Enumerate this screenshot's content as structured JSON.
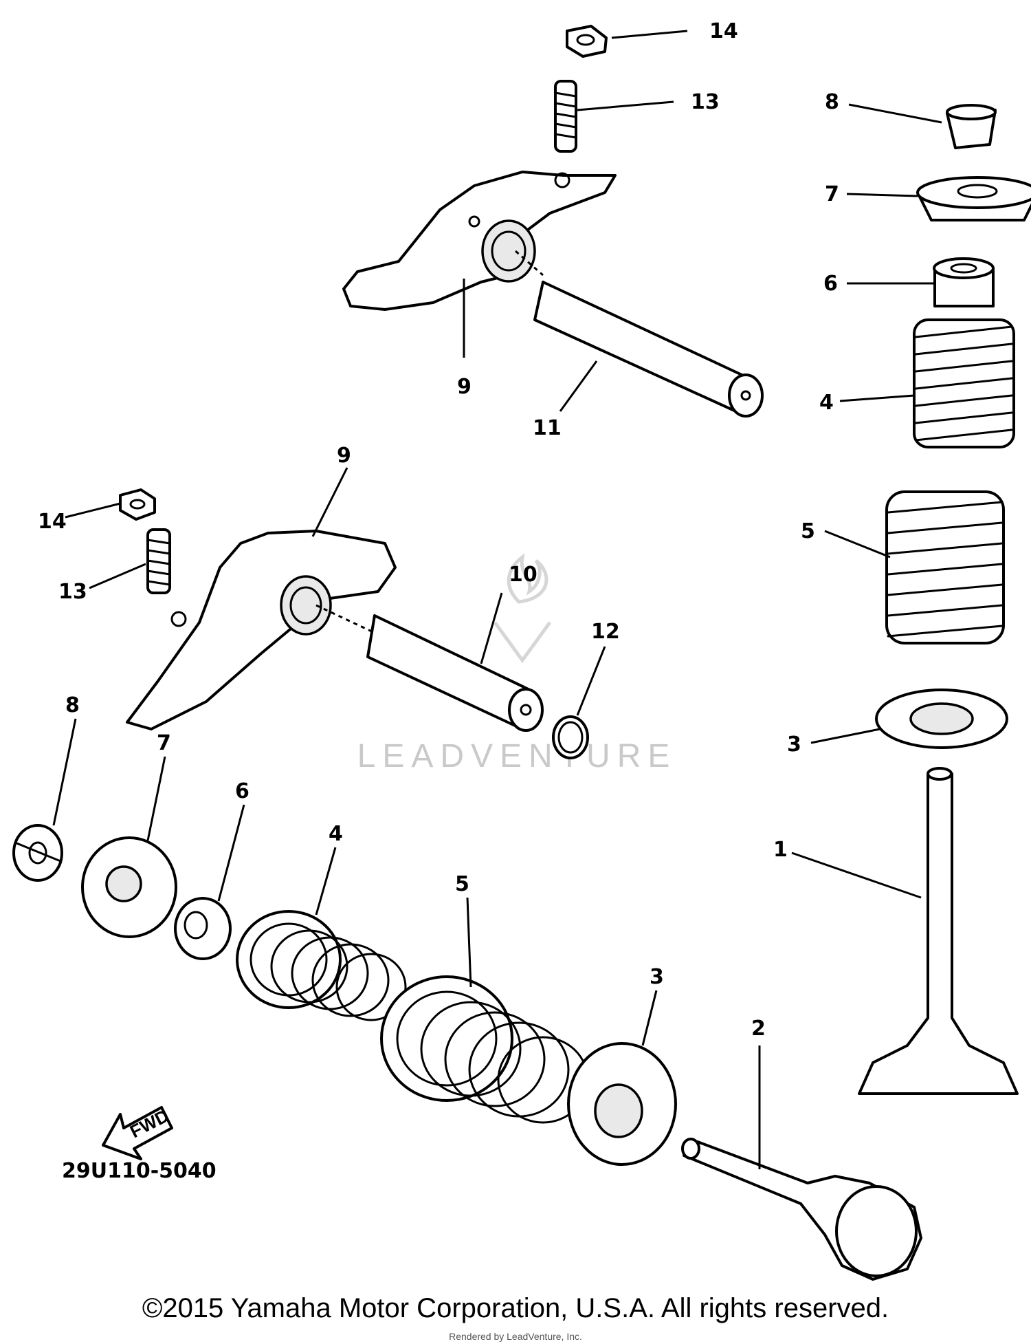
{
  "diagram": {
    "catalog_number": "29U110-5040",
    "fwd_label": "FWD",
    "watermark": "LEADVENTURE",
    "copyright": "©2015 Yamaha Motor Corporation, U.S.A. All rights reserved.",
    "rendered_by": "Rendered by LeadVenture, Inc.",
    "callouts": {
      "c1": "1",
      "c2": "2",
      "c3a": "3",
      "c3b": "3",
      "c4a": "4",
      "c4b": "4",
      "c5a": "5",
      "c5b": "5",
      "c6a": "6",
      "c6b": "6",
      "c7a": "7",
      "c7b": "7",
      "c8a": "8",
      "c8b": "8",
      "c9a": "9",
      "c9b": "9",
      "c10": "10",
      "c11": "11",
      "c12": "12",
      "c13a": "13",
      "c13b": "13",
      "c14a": "14",
      "c14b": "14"
    }
  }
}
